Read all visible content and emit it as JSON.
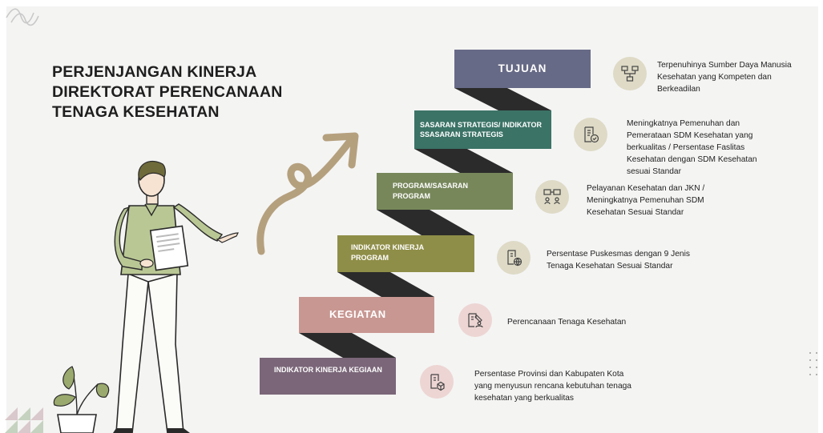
{
  "title_lines": [
    "PERJENJANGAN KINERJA",
    "DIREKTORAT PERENCANAAN",
    "TENAGA KESEHATAN"
  ],
  "steps": [
    {
      "label": "TUJUAN"
    },
    {
      "label": "SASARAN STRATEGIS/ INDIKATOR SSASARAN STRATEGIS"
    },
    {
      "label": "PROGRAM/SASARAN PROGRAM"
    },
    {
      "label": "INDIKATOR KINERJA PROGRAM"
    },
    {
      "label": "KEGIATAN"
    },
    {
      "label": "INDIKATOR KINERJA KEGIAAN"
    }
  ],
  "descriptions": [
    {
      "text": "Terpenuhinya Sumber Daya Manusia Kesehatan yang Kompeten dan Berkeadilan",
      "icon": "flowchart-icon"
    },
    {
      "text": "Meningkatnya Pemenuhan dan Pemerataan SDM Kesehatan yang berkualitas / Persentase Faslitas Kesehatan dengan SDM Kesehatan sesuai Standar",
      "icon": "document-check-icon"
    },
    {
      "text": "Pelayanan Kesehatan dan JKN / Meningkatnya Pemenuhan SDM Kesehatan Sesuai Standar",
      "icon": "team-structure-icon"
    },
    {
      "text": "Persentase Puskesmas dengan 9 Jenis Tenaga Kesehatan Sesuai Standar",
      "icon": "document-globe-icon"
    },
    {
      "text": "Perencanaan Tenaga Kesehatan",
      "icon": "document-person-icon"
    },
    {
      "text": "Persentase Provinsi dan Kabupaten Kota yang menyusun rencana kebutuhan tenaga kesehatan yang berkualitas",
      "icon": "document-box-icon"
    }
  ],
  "colors": {
    "tujuan": "#676a86",
    "sasaran_strategis": "#3b7366",
    "program": "#77875a",
    "indikator_program": "#8f8e48",
    "kegiatan": "#c89792",
    "indikator_kegiatan": "#7a6678",
    "connector": "#2b2b2b",
    "arrow": "#b5a07e"
  }
}
